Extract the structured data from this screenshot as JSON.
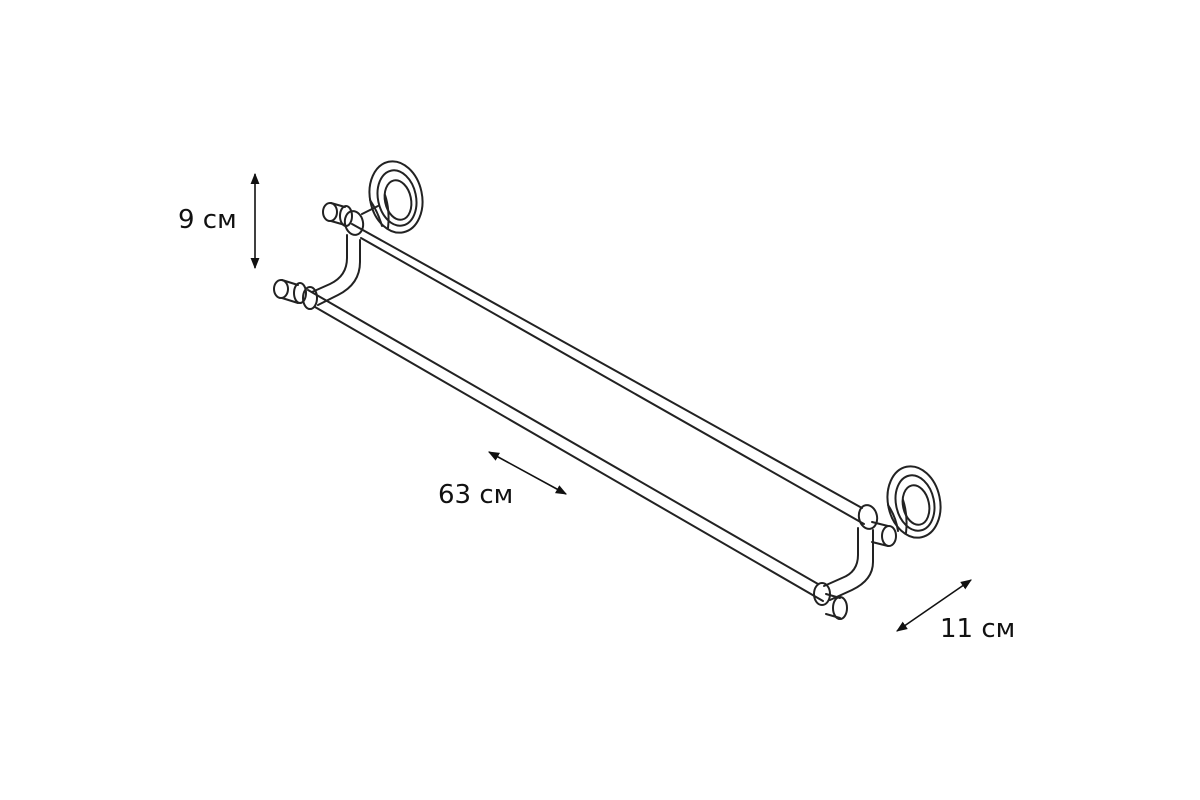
{
  "figure": {
    "dimensions": {
      "height": "9 см",
      "length": "63 см",
      "depth": "11 см"
    }
  }
}
